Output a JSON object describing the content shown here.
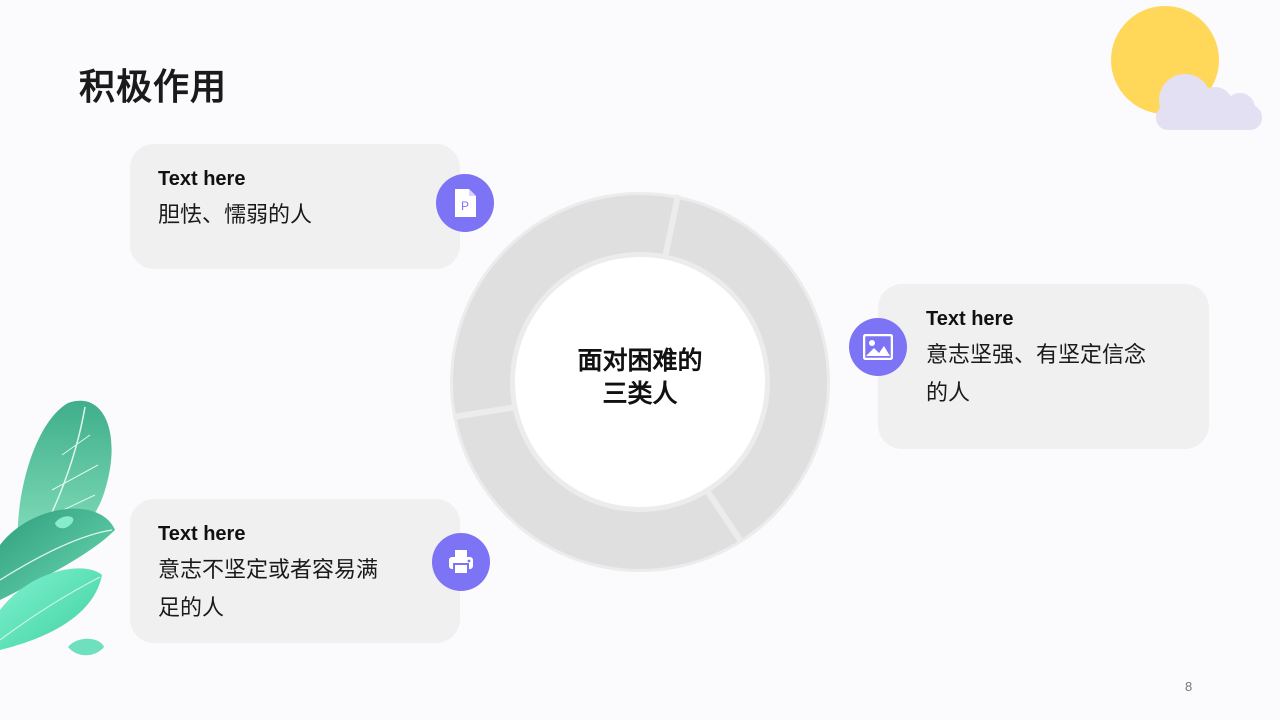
{
  "title": "积极作用",
  "center_label": {
    "line1": "面对困难的",
    "line2": "三类人"
  },
  "cards": [
    {
      "heading": "Text here",
      "line1": "胆怯、懦弱的人",
      "line2": "",
      "icon": "document-p-icon"
    },
    {
      "heading": "Text here",
      "line1": "意志不坚定或者容易满",
      "line2": "足的人",
      "icon": "printer-icon"
    },
    {
      "heading": "Text here",
      "line1": "意志坚强、有坚定信念",
      "line2": "的人",
      "icon": "image-icon"
    }
  ],
  "page_number": "8",
  "colors": {
    "accent": "#7d73f5",
    "card_background": "#f0f0f0",
    "ring": "#dfdfdf",
    "sun": "#ffd85a",
    "cloud": "#e2e0f2",
    "leaf": "#4cc9a0"
  }
}
